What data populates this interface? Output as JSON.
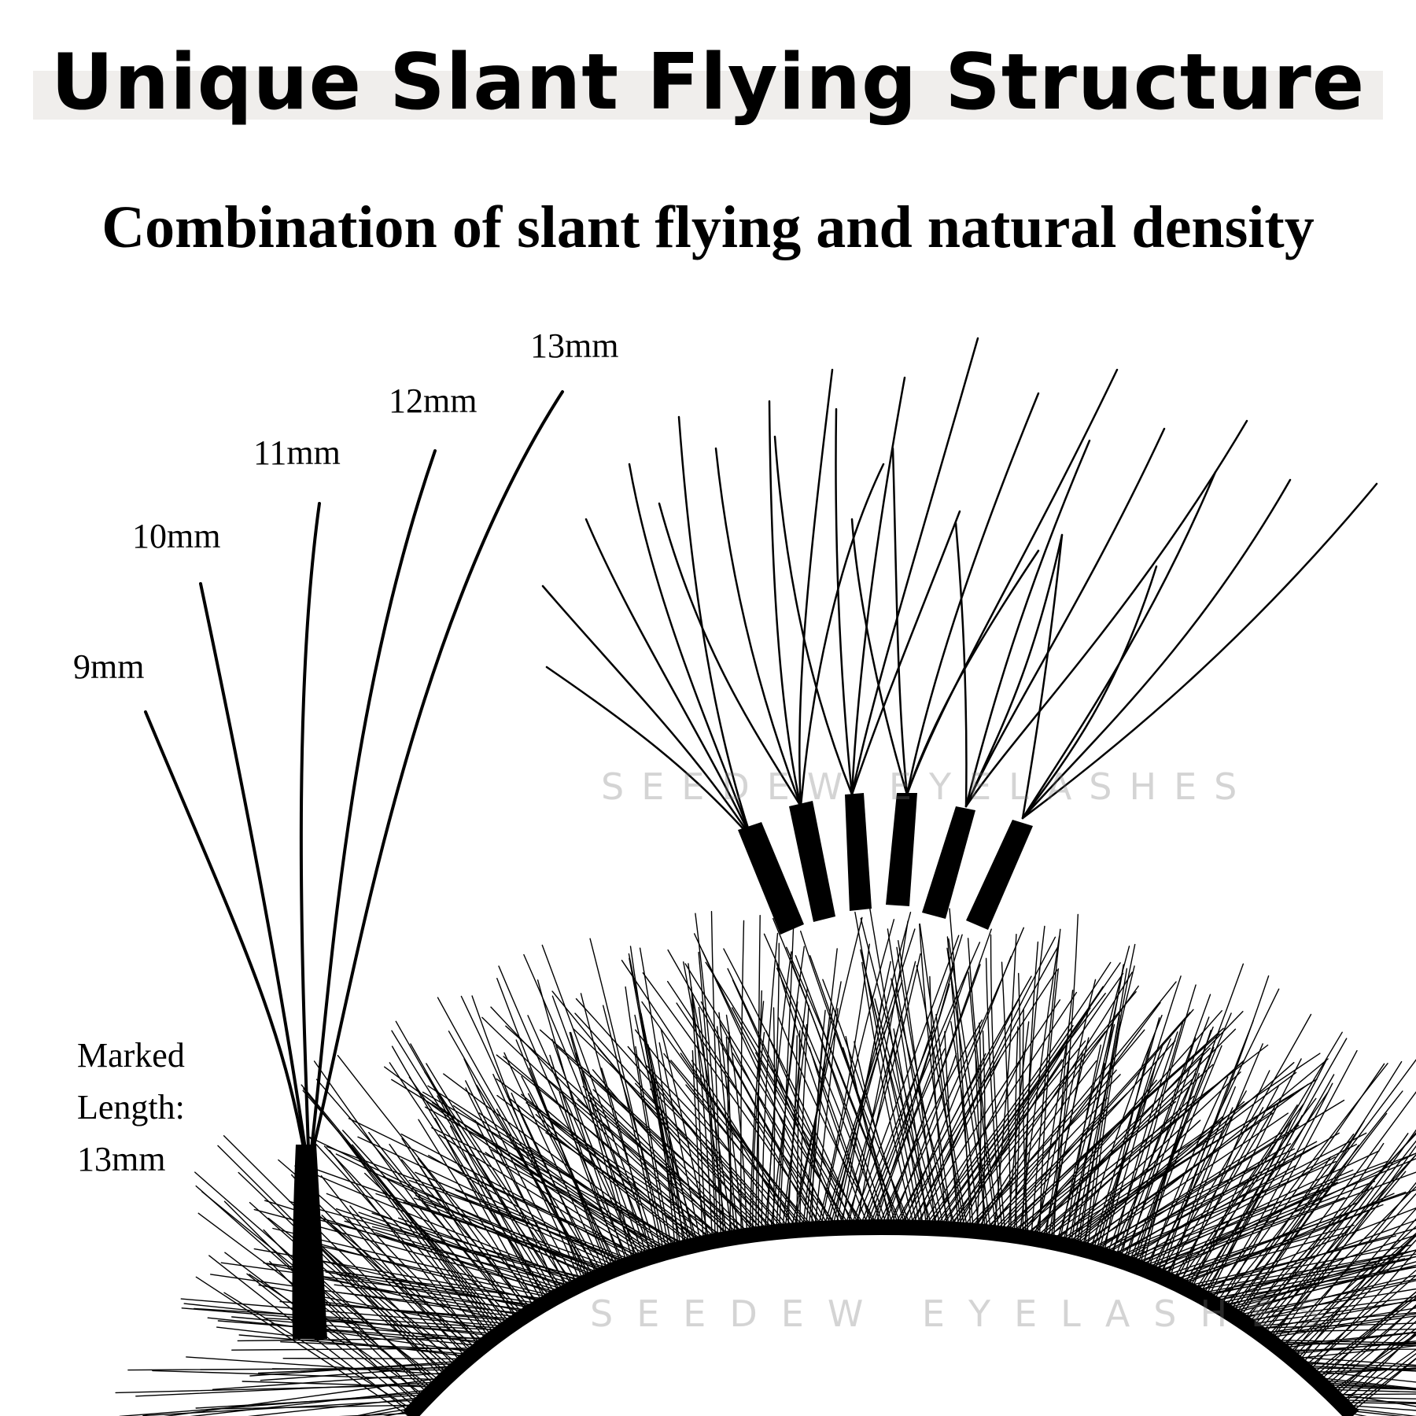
{
  "header": {
    "title": "Unique Slant Flying Structure",
    "subtitle": "Combination of slant flying and natural density"
  },
  "fan": {
    "lengths": [
      "9mm",
      "10mm",
      "11mm",
      "12mm",
      "13mm"
    ]
  },
  "marked_length": {
    "line1": "Marked",
    "line2": "Length:",
    "line3": "13mm"
  },
  "watermark": {
    "text": "SEEDEW EYELASHES"
  },
  "colors": {
    "lash": "#000000",
    "band": "#f0eeec",
    "watermark": "#9a9a9a"
  }
}
